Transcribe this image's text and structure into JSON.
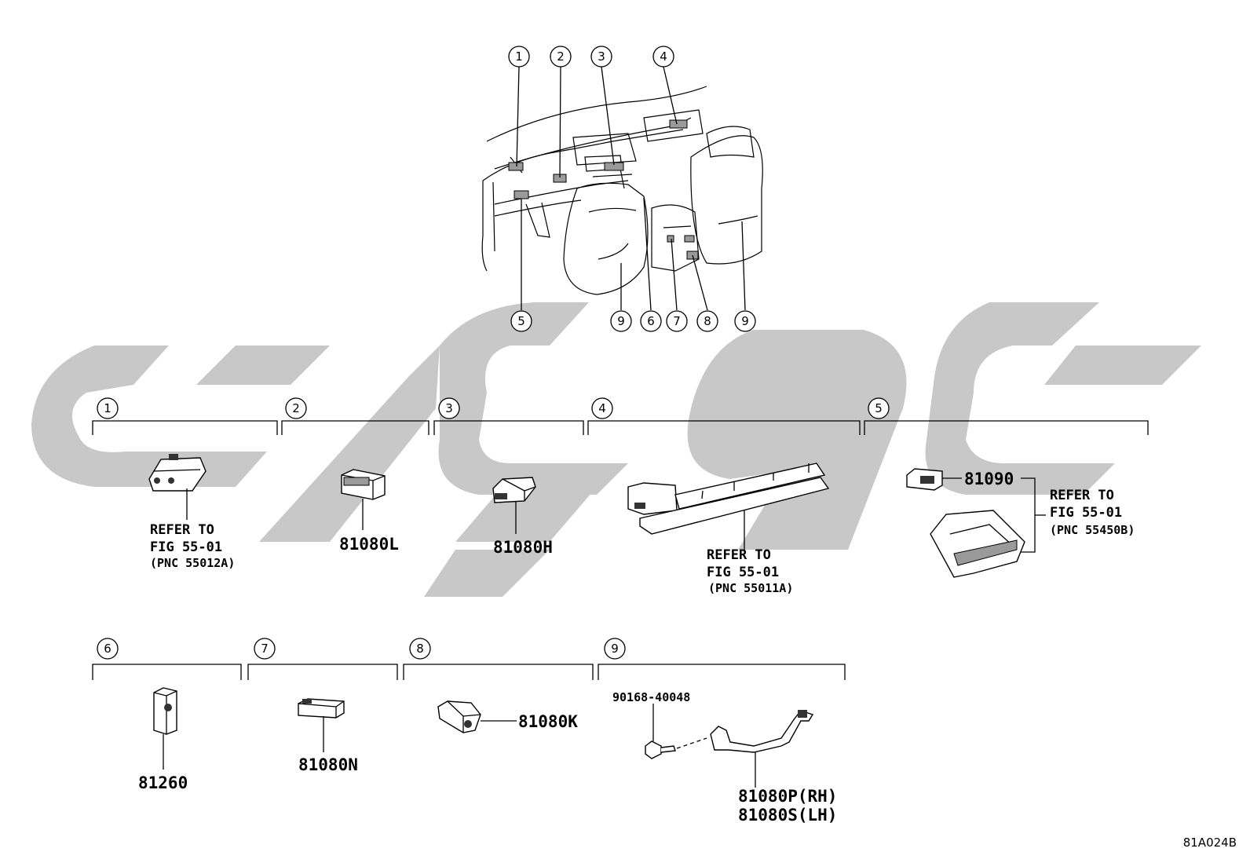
{
  "diagram_code": "81A024B",
  "overview_callouts": [
    "1",
    "2",
    "3",
    "4",
    "5",
    "9",
    "6",
    "7",
    "8",
    "9"
  ],
  "groups": [
    {
      "num": "1",
      "parts": [],
      "refer": [
        "REFER TO",
        "FIG 55-01"
      ],
      "pnc": "(PNC 55012A)"
    },
    {
      "num": "2",
      "parts": [
        "81080L"
      ]
    },
    {
      "num": "3",
      "parts": [
        "81080H"
      ]
    },
    {
      "num": "4",
      "parts": [],
      "refer": [
        "REFER TO",
        "FIG 55-01"
      ],
      "pnc": "(PNC 55011A)"
    },
    {
      "num": "5",
      "parts": [
        "81090"
      ],
      "refer": [
        "REFER TO",
        "FIG 55-01"
      ],
      "pnc": "(PNC 55450B)"
    },
    {
      "num": "6",
      "parts": [
        "81260"
      ]
    },
    {
      "num": "7",
      "parts": [
        "81080N"
      ]
    },
    {
      "num": "8",
      "parts": [
        "81080K"
      ]
    },
    {
      "num": "9",
      "parts": [
        "90168-40048",
        "81080P(RH)",
        "81080S(LH)"
      ]
    }
  ]
}
